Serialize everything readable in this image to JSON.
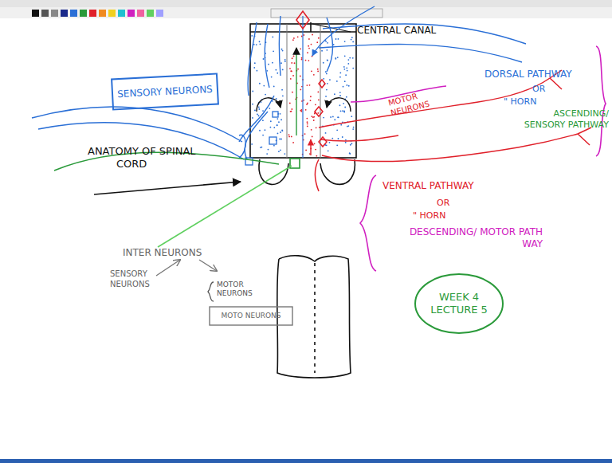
{
  "diagram": {
    "nodes": [
      {
        "text": [
          "SENSORY NEURONS"
        ]
      },
      {
        "text": [
          "MOTO NEURONS"
        ]
      },
      {
        "text": [
          "WEEK 4 LECTURE 5"
        ]
      }
    ],
    "labels": [
      "CENTRAL CANAL",
      "ANATOMY OF SPINAL CORD",
      "MOTOR NEURONS",
      "DORSAL PATHWAY",
      "OR",
      "\" HORN",
      "ASCENDING/ SENSORY PATHWAY",
      "VENTRAL PATHWAY",
      "OR",
      "\" HORN",
      "DESCENDING/ MOTOR PATH WAY",
      "INTER NEURONS",
      "SENSORY NEURONS",
      "MOTOR NEURONS"
    ]
  }
}
